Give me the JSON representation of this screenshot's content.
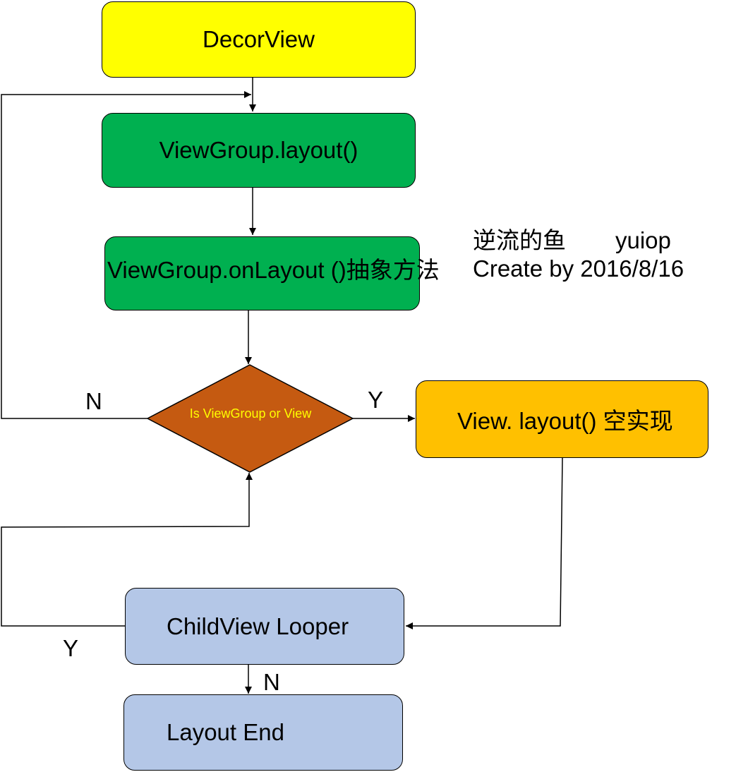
{
  "nodes": {
    "decorview": "DecorView",
    "viewgroup_layout": "ViewGroup.layout()",
    "viewgroup_onlayout": "ViewGroup.onLayout ()抽象方法",
    "decision": "Is ViewGroup or View",
    "view_layout": "View. layout() 空实现",
    "childview_looper": "ChildView Looper",
    "layout_end": "Layout End"
  },
  "edge_labels": {
    "decision_no": "N",
    "decision_yes": "Y",
    "looper_yes": "Y",
    "looper_no": "N"
  },
  "author": {
    "name_cn": "逆流的鱼",
    "name_en": "yuiop",
    "created": "Create by 2016/8/16"
  },
  "colors": {
    "decorview": "#ffff00",
    "viewgroup": "#00b050",
    "decision": "#c55a11",
    "decision_text": "#ffff00",
    "view_layout": "#ffc000",
    "looper": "#b4c7e7"
  }
}
